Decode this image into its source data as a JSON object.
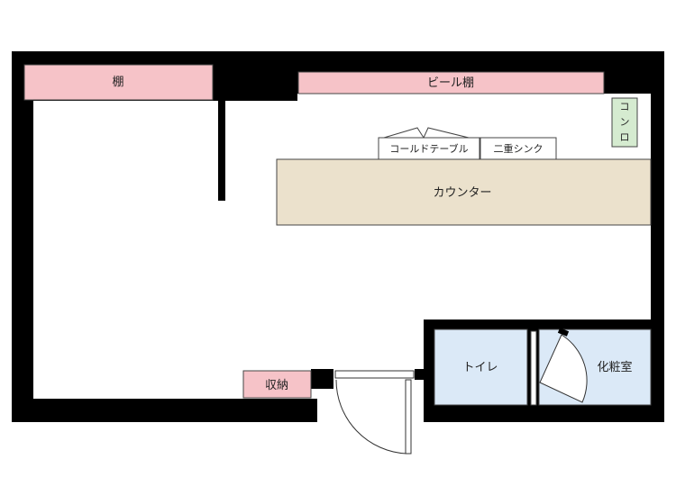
{
  "colors": {
    "wall": "#000000",
    "floor": "#ffffff",
    "shelf": "#f6c3c8",
    "counter": "#ebe1cc",
    "stove": "#d5ebd0",
    "wet_room": "#dbe9f7",
    "outline": "#444444"
  },
  "rooms": {
    "shelf_left": "棚",
    "beer_shelf": "ビール棚",
    "stove": [
      "コ",
      "ン",
      "ロ"
    ],
    "cold_table": "コールドテーブル",
    "double_sink": "二重シンク",
    "counter": "カウンター",
    "storage": "収納",
    "toilet": "トイレ",
    "powder_room": "化粧室"
  },
  "doors": [
    "entrance-door",
    "powder-room-door"
  ]
}
